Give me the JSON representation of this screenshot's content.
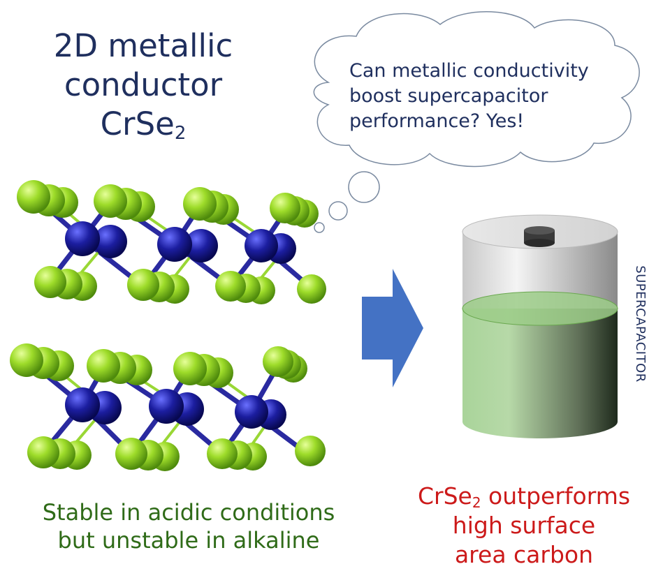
{
  "title": {
    "line1": "2D metallic",
    "line2": "conductor",
    "formula_base": "CrSe",
    "formula_sub": "2"
  },
  "thought": {
    "line1": "Can metallic conductivity",
    "line2": "boost supercapacitor",
    "line3": "performance? Yes!"
  },
  "stability": {
    "line1": "Stable in acidic conditions",
    "line2": "but unstable in alkaline"
  },
  "result": {
    "formula_base": "CrSe",
    "formula_sub": "2",
    "line1_rest": " outperforms",
    "line2": "high surface",
    "line3": "area carbon"
  },
  "device_label": "SUPERCAPACITOR",
  "colors": {
    "title_text": "#1f2f5e",
    "selenium_atom": "#8fd320",
    "chromium_atom": "#1c1ea0",
    "arrow": "#4472c4",
    "stability_text": "#2f6b18",
    "result_text": "#cc1a1a",
    "electrolyte": "#9bc88a"
  }
}
